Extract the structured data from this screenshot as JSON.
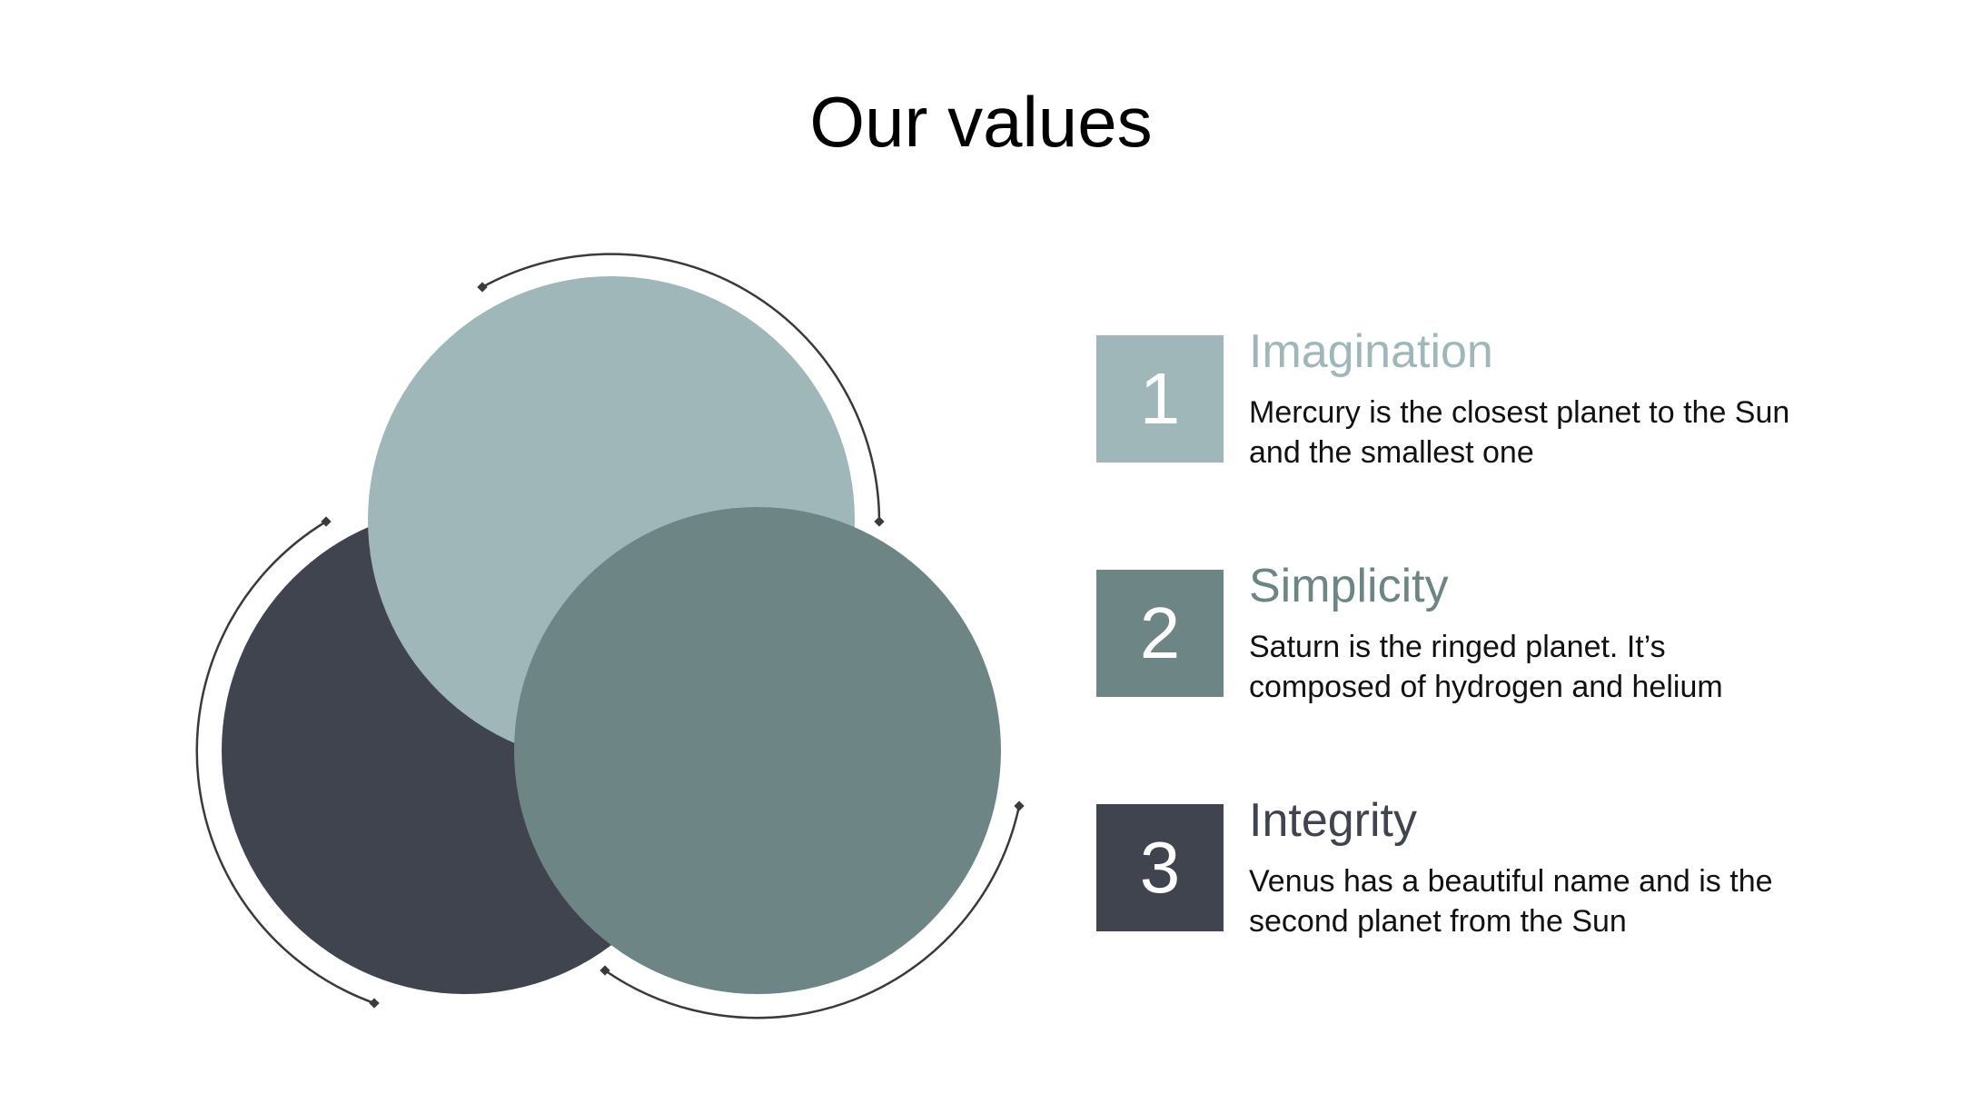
{
  "title": "Our values",
  "colors": {
    "imagination": "#9fb7b9",
    "simplicity": "#6e8585",
    "integrity": "#3f444e",
    "arc": "#3a3a3a"
  },
  "values": [
    {
      "number": "1",
      "heading": "Imagination",
      "description": "Mercury is the closest planet to the Sun and the smallest one"
    },
    {
      "number": "2",
      "heading": "Simplicity",
      "description": "Saturn is the ringed planet. It’s composed of hydrogen and helium"
    },
    {
      "number": "3",
      "heading": "Integrity",
      "description": "Venus has a beautiful name and is the second planet from the Sun"
    }
  ]
}
